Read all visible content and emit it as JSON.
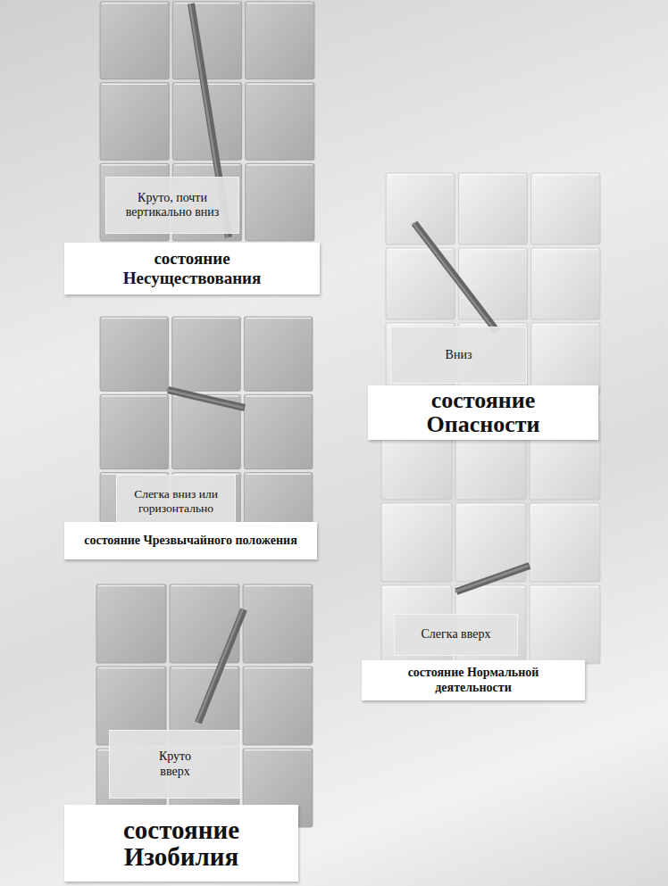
{
  "diagram": {
    "nodes": [
      {
        "text": [
          "Круто, почти вертикально вниз"
        ]
      },
      {
        "text": [
          "состояние Несуществования"
        ]
      },
      {
        "text": [
          "Вниз"
        ]
      },
      {
        "text": [
          "состояние Опасности"
        ]
      },
      {
        "text": [
          "Слегка вниз или горизонтально"
        ]
      },
      {
        "text": [
          "состояние Чрезвычайного положения"
        ]
      },
      {
        "text": [
          "Слегка вверх"
        ]
      },
      {
        "text": [
          "состояние Нормальной деятельности"
        ]
      },
      {
        "text": [
          "Круто вверх"
        ]
      },
      {
        "text": [
          "состояние Изобилия"
        ]
      }
    ]
  }
}
